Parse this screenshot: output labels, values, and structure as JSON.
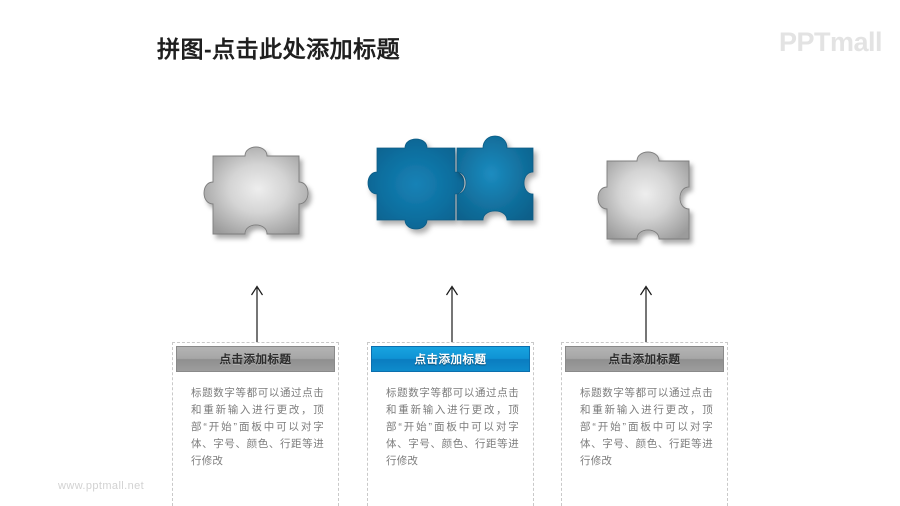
{
  "slide": {
    "title": "拼图-点击此处添加标题",
    "brand_logo": "PPTmall",
    "watermark": "www.pptmall.net",
    "background_color": "#ffffff",
    "accent_color": "#0d8fd0",
    "gray_color": "#a6a6a6"
  },
  "diagram": {
    "pieces": [
      {
        "id": "piece-gray-left",
        "name": "gray-puzzle-piece-left",
        "color": "#b8b8b8",
        "highlighted": false
      },
      {
        "id": "piece-blue-left",
        "name": "blue-puzzle-piece-left",
        "color": "#0a6b9c",
        "highlighted": true
      },
      {
        "id": "piece-blue-right",
        "name": "blue-puzzle-piece-right",
        "color": "#12719f",
        "highlighted": true
      },
      {
        "id": "piece-gray-right",
        "name": "gray-puzzle-piece-right",
        "color": "#b8b8b8",
        "highlighted": false
      }
    ],
    "connectors": [
      {
        "name": "arrow-up-1"
      },
      {
        "name": "arrow-up-2"
      },
      {
        "name": "arrow-up-3"
      }
    ]
  },
  "cards": [
    {
      "header": "点击添加标题",
      "style": "gray",
      "body": "标题数字等都可以通过点击和重新输入进行更改，顶部“开始”面板中可以对字体、字号、颜色、行距等进行修改"
    },
    {
      "header": "点击添加标题",
      "style": "blue",
      "body": "标题数字等都可以通过点击和重新输入进行更改，顶部“开始”面板中可以对字体、字号、颜色、行距等进行修改"
    },
    {
      "header": "点击添加标题",
      "style": "gray",
      "body": "标题数字等都可以通过点击和重新输入进行更改，顶部“开始”面板中可以对字体、字号、颜色、行距等进行修改"
    }
  ]
}
